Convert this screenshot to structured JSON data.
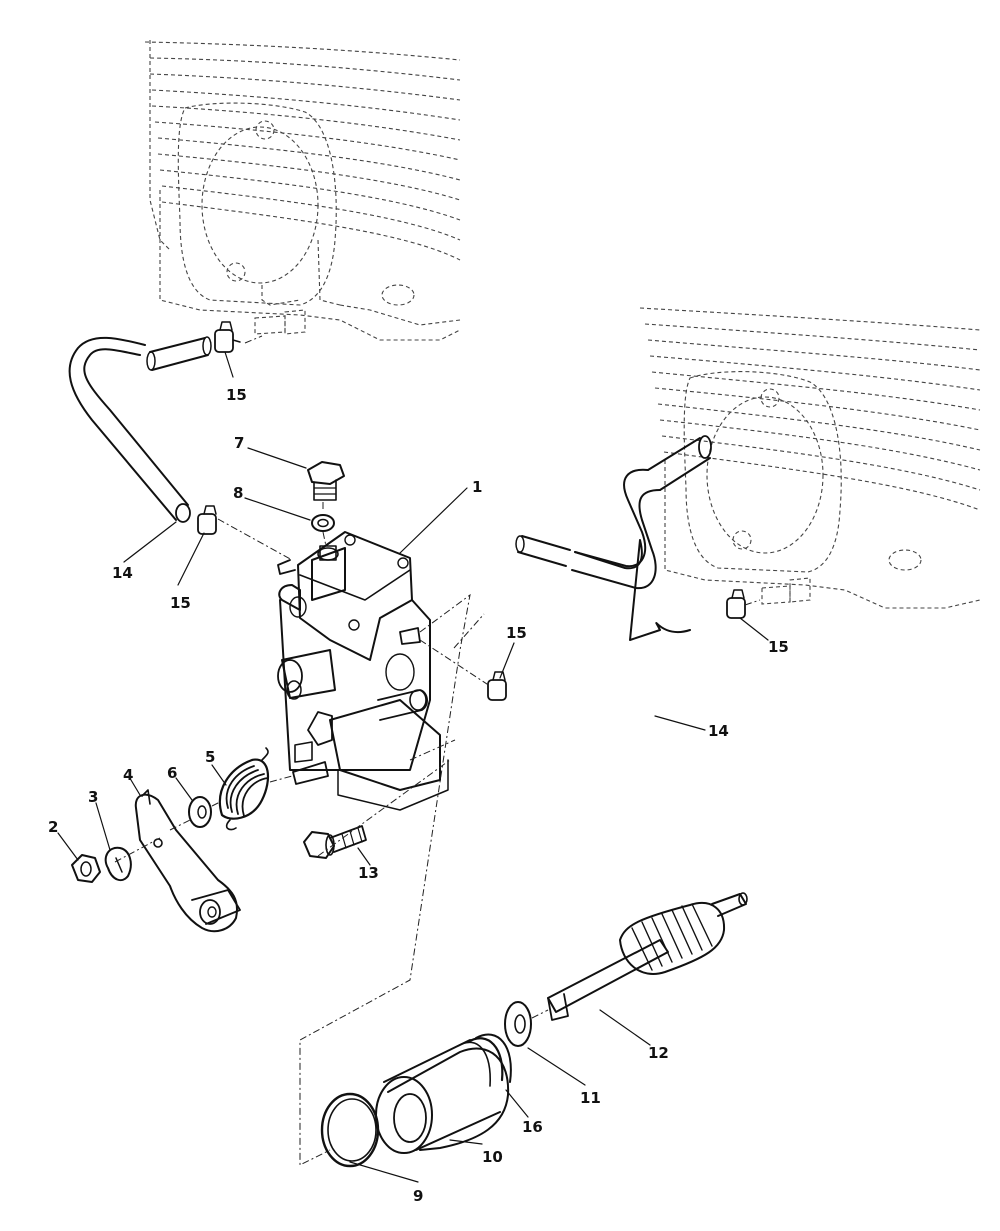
{
  "diagram": {
    "parts": [
      {
        "id": "part-1",
        "label": "1"
      },
      {
        "id": "part-2",
        "label": "2"
      },
      {
        "id": "part-3",
        "label": "3"
      },
      {
        "id": "part-4",
        "label": "4"
      },
      {
        "id": "part-5",
        "label": "5"
      },
      {
        "id": "part-6",
        "label": "6"
      },
      {
        "id": "part-7",
        "label": "7"
      },
      {
        "id": "part-8",
        "label": "8"
      },
      {
        "id": "part-9",
        "label": "9"
      },
      {
        "id": "part-10",
        "label": "10"
      },
      {
        "id": "part-11",
        "label": "11"
      },
      {
        "id": "part-12",
        "label": "12"
      },
      {
        "id": "part-13",
        "label": "13"
      },
      {
        "id": "part-14a",
        "label": "14"
      },
      {
        "id": "part-14b",
        "label": "14"
      },
      {
        "id": "part-15a",
        "label": "15"
      },
      {
        "id": "part-15b",
        "label": "15"
      },
      {
        "id": "part-15c",
        "label": "15"
      },
      {
        "id": "part-15d",
        "label": "15"
      },
      {
        "id": "part-16",
        "label": "16"
      }
    ]
  }
}
